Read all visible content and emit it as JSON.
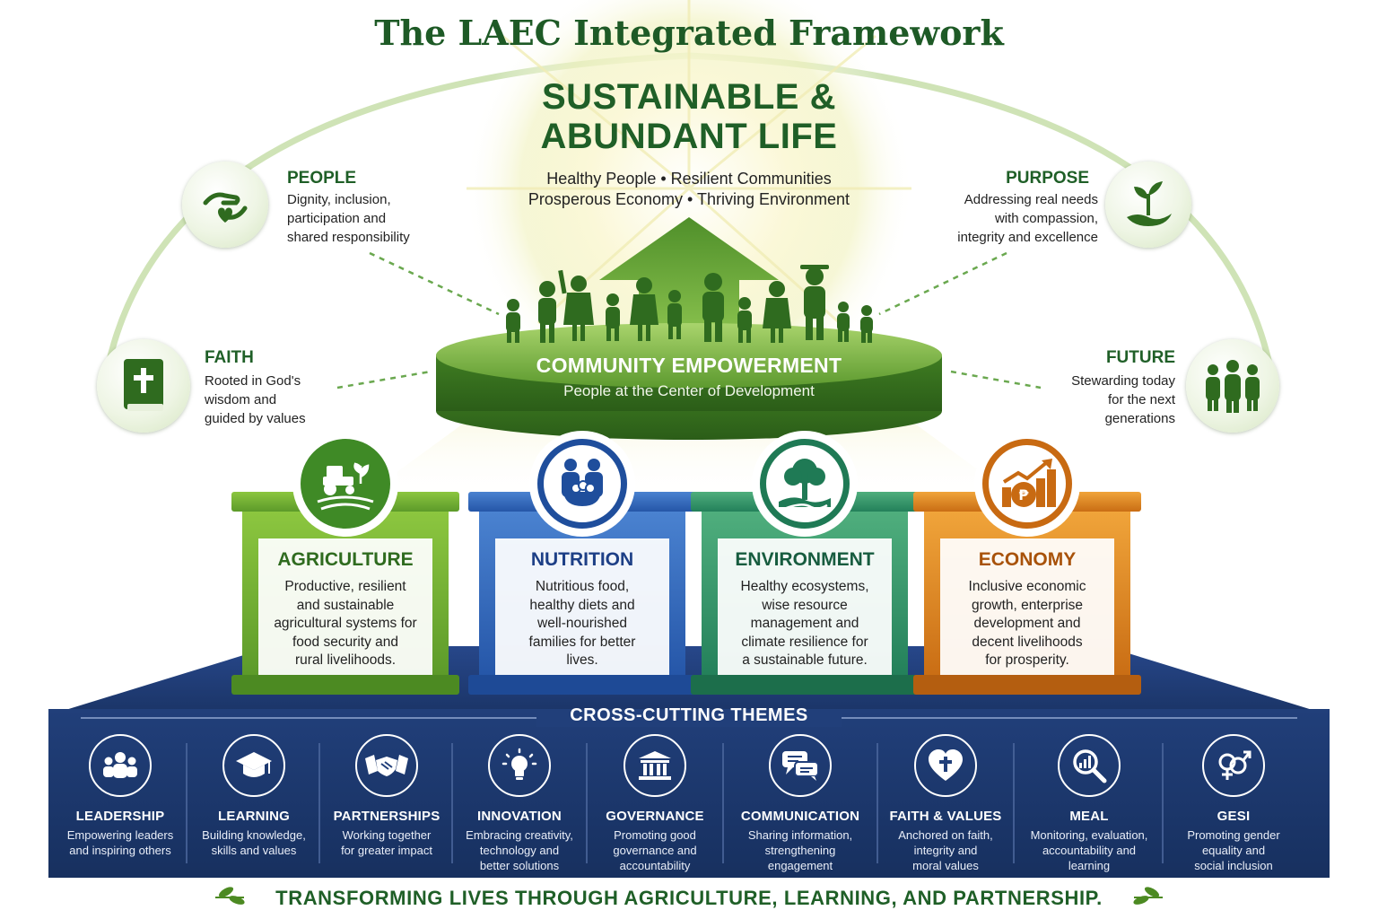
{
  "title": "The LAEC Integrated Framework",
  "goal": {
    "title_line1": "SUSTAINABLE &",
    "title_line2": "ABUNDANT LIFE",
    "sub_line1": "Healthy People • Resilient Communities",
    "sub_line2": "Prosperous Economy • Thriving Environment"
  },
  "values": {
    "people": {
      "title": "PEOPLE",
      "lines": [
        "Dignity, inclusion,",
        "participation and",
        "shared responsibility"
      ],
      "icon": "hands-heart-icon"
    },
    "faith": {
      "title": "FAITH",
      "lines": [
        "Rooted in God's",
        "wisdom and",
        "guided by values"
      ],
      "icon": "bible-icon"
    },
    "purpose": {
      "title": "PURPOSE",
      "lines": [
        "Addressing real needs",
        "with compassion,",
        "integrity and excellence"
      ],
      "icon": "sprout-hand-icon"
    },
    "future": {
      "title": "FUTURE",
      "lines": [
        "Stewarding today",
        "for the next",
        "generations"
      ],
      "icon": "family-icon"
    }
  },
  "empowerment": {
    "title": "COMMUNITY EMPOWERMENT",
    "subtitle": "People at the Center of Development"
  },
  "pillars": [
    {
      "title": "AGRICULTURE",
      "lines": [
        "Productive, resilient",
        "and sustainable",
        "agricultural systems for",
        "food security and",
        "rural livelihoods."
      ],
      "icon": "tractor-icon",
      "color": "#5a9a2e"
    },
    {
      "title": "NUTRITION",
      "lines": [
        "Nutritious food,",
        "healthy diets and",
        "well-nourished",
        "families for better",
        "lives."
      ],
      "icon": "family-food-bowl-icon",
      "color": "#1f4e9c"
    },
    {
      "title": "ENVIRONMENT",
      "lines": [
        "Healthy ecosystems,",
        "wise resource",
        "management and",
        "climate resilience for",
        "a sustainable future."
      ],
      "icon": "tree-icon",
      "color": "#1f7a55"
    },
    {
      "title": "ECONOMY",
      "lines": [
        "Inclusive economic",
        "growth, enterprise",
        "development and",
        "decent livelihoods",
        "for prosperity."
      ],
      "icon": "growth-chart-coin-icon",
      "color": "#c86a12"
    }
  ],
  "themes_header": "CROSS-CUTTING THEMES",
  "themes": [
    {
      "title": "LEADERSHIP",
      "lines": [
        "Empowering leaders",
        "and inspiring others"
      ],
      "icon": "people-group-icon"
    },
    {
      "title": "LEARNING",
      "lines": [
        "Building knowledge,",
        "skills and values"
      ],
      "icon": "graduation-cap-icon"
    },
    {
      "title": "PARTNERSHIPS",
      "lines": [
        "Working together",
        "for greater impact"
      ],
      "icon": "handshake-icon"
    },
    {
      "title": "INNOVATION",
      "lines": [
        "Embracing creativity,",
        "technology and",
        "better solutions"
      ],
      "icon": "lightbulb-icon"
    },
    {
      "title": "GOVERNANCE",
      "lines": [
        "Promoting good",
        "governance and",
        "accountability"
      ],
      "icon": "institution-icon"
    },
    {
      "title": "COMMUNICATION",
      "lines": [
        "Sharing information,",
        "strengthening",
        "engagement"
      ],
      "icon": "chat-bubbles-icon"
    },
    {
      "title": "FAITH & VALUES",
      "lines": [
        "Anchored on faith,",
        "integrity and",
        "moral values"
      ],
      "icon": "heart-cross-icon"
    },
    {
      "title": "MEAL",
      "lines": [
        "Monitoring, evaluation,",
        "accountability and",
        "learning"
      ],
      "icon": "magnifier-chart-icon"
    },
    {
      "title": "GESI",
      "lines": [
        "Promoting gender",
        "equality and",
        "social inclusion"
      ],
      "icon": "gender-symbols-icon"
    }
  ],
  "footer": "TRANSFORMING LIVES THROUGH AGRICULTURE, LEARNING, AND PARTNERSHIP.",
  "colors": {
    "green": "#1f5f27",
    "navy": "#1d3a73",
    "blue": "#1f4e9c",
    "teal": "#1f7a55",
    "orange": "#c86a12",
    "lightgreen": "#5a9a2e"
  }
}
